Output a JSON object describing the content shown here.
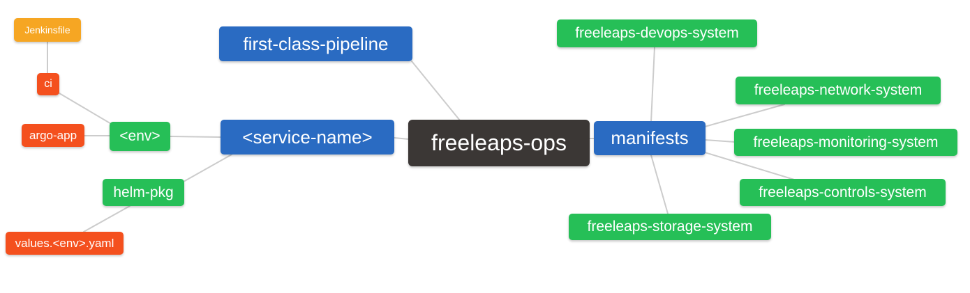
{
  "diagram": {
    "title": "freeleaps-ops mind map",
    "background_color": "#ffffff",
    "connector_color": "#cccccc",
    "colors": {
      "root": "#3b3735",
      "branch_blue": "#2a6bc2",
      "leaf_green": "#26bf57",
      "leaf_red": "#f4501e",
      "leaf_amber": "#f6a623"
    },
    "nodes": [
      {
        "id": "jenkinsfile",
        "label": "Jenkinsfile",
        "color": "amber"
      },
      {
        "id": "ci",
        "label": "ci",
        "color": "red"
      },
      {
        "id": "argo-app",
        "label": "argo-app",
        "color": "red"
      },
      {
        "id": "env",
        "label": "<env>",
        "color": "green"
      },
      {
        "id": "helm-pkg",
        "label": "helm-pkg",
        "color": "green"
      },
      {
        "id": "values-env-yaml",
        "label": "values.<env>.yaml",
        "color": "red"
      },
      {
        "id": "first-class-pipeline",
        "label": "first-class-pipeline",
        "color": "blue"
      },
      {
        "id": "service-name",
        "label": "<service-name>",
        "color": "blue"
      },
      {
        "id": "freeleaps-ops",
        "label": "freeleaps-ops",
        "color": "dark"
      },
      {
        "id": "manifests",
        "label": "manifests",
        "color": "blue"
      },
      {
        "id": "freeleaps-devops-system",
        "label": "freeleaps-devops-system",
        "color": "green"
      },
      {
        "id": "freeleaps-network-system",
        "label": "freeleaps-network-system",
        "color": "green"
      },
      {
        "id": "freeleaps-monitoring-system",
        "label": "freeleaps-monitoring-system",
        "color": "green"
      },
      {
        "id": "freeleaps-controls-system",
        "label": "freeleaps-controls-system",
        "color": "green"
      },
      {
        "id": "freeleaps-storage-system",
        "label": "freeleaps-storage-system",
        "color": "green"
      }
    ],
    "edges": [
      {
        "from": "jenkinsfile",
        "to": "ci"
      },
      {
        "from": "ci",
        "to": "env"
      },
      {
        "from": "argo-app",
        "to": "env"
      },
      {
        "from": "env",
        "to": "service-name"
      },
      {
        "from": "helm-pkg",
        "to": "service-name"
      },
      {
        "from": "values-env-yaml",
        "to": "helm-pkg"
      },
      {
        "from": "first-class-pipeline",
        "to": "freeleaps-ops"
      },
      {
        "from": "service-name",
        "to": "freeleaps-ops"
      },
      {
        "from": "freeleaps-ops",
        "to": "manifests"
      },
      {
        "from": "manifests",
        "to": "freeleaps-devops-system"
      },
      {
        "from": "manifests",
        "to": "freeleaps-network-system"
      },
      {
        "from": "manifests",
        "to": "freeleaps-monitoring-system"
      },
      {
        "from": "manifests",
        "to": "freeleaps-controls-system"
      },
      {
        "from": "manifests",
        "to": "freeleaps-storage-system"
      }
    ]
  }
}
